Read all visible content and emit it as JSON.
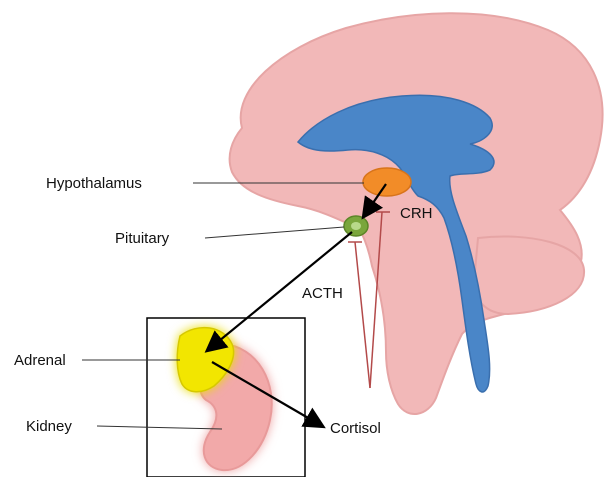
{
  "labels": {
    "hypothalamus": "Hypothalamus",
    "pituitary": "Pituitary",
    "crh": "CRH",
    "acth": "ACTH",
    "adrenal": "Adrenal",
    "kidney": "Kidney",
    "cortisol": "Cortisol"
  },
  "colors": {
    "brain_fill": "#f2b8b8",
    "brain_stroke": "#e7a7a7",
    "ventricle": "#4a86c8",
    "hypothalamus": "#f28c28",
    "pituitary": "#7aa63c",
    "adrenal": "#f2e600",
    "kidney": "#f2a9a9",
    "feedback_line": "#b34a4a",
    "arrow": "#000000"
  }
}
